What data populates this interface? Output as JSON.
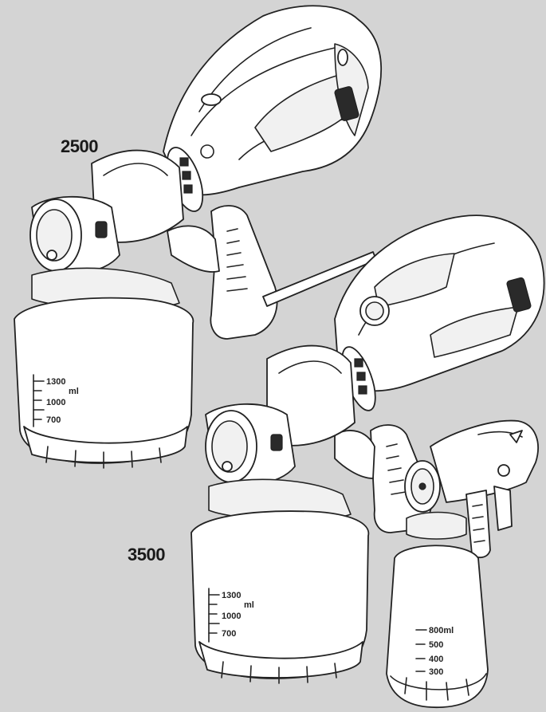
{
  "models": {
    "upper": {
      "label": "2500"
    },
    "lower": {
      "label": "3500"
    }
  },
  "scales": {
    "upper_container": [
      "1300",
      "ml",
      "1000",
      "700"
    ],
    "lower_container": [
      "1300",
      "ml",
      "1000",
      "700"
    ],
    "small_container": [
      "800ml",
      "500",
      "400",
      "300"
    ]
  },
  "colors": {
    "background": "#d4d4d4",
    "line": "#222222",
    "fill": "#ffffff"
  }
}
